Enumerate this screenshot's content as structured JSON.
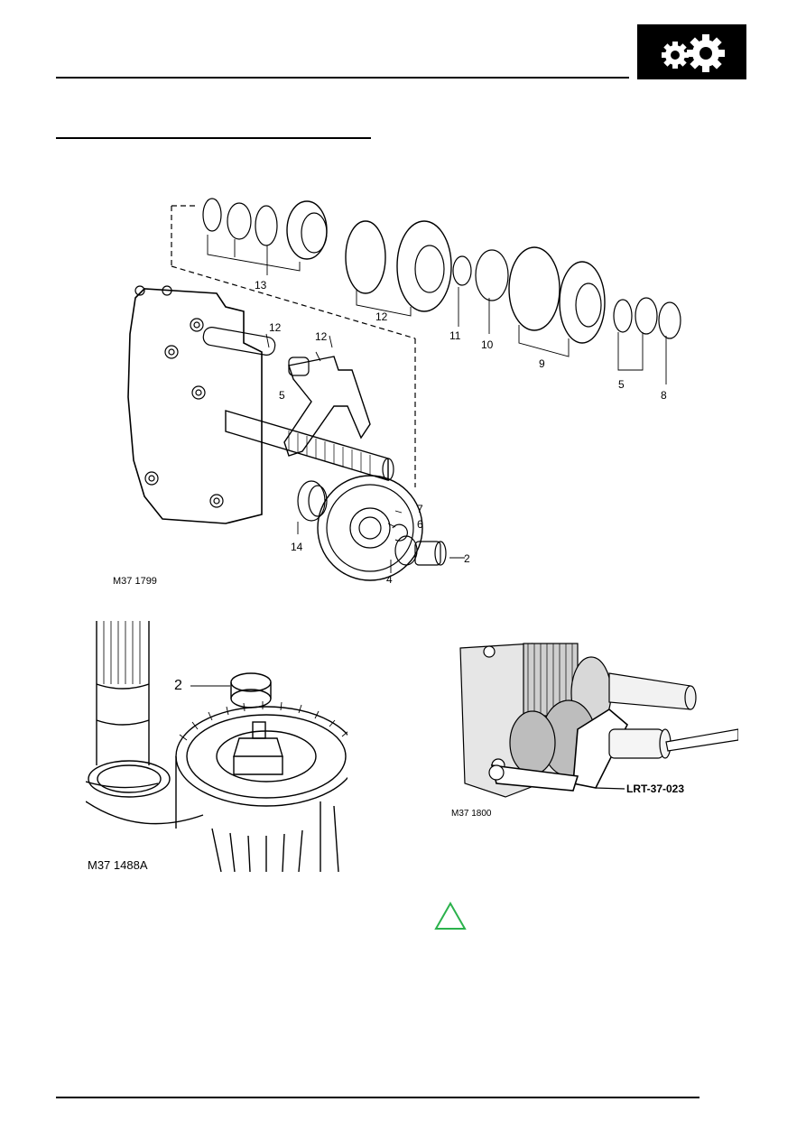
{
  "header": {
    "icon": "gears-icon",
    "icon_bg": "#000000",
    "icon_fg": "#ffffff"
  },
  "figure1": {
    "ref": "M37 1799",
    "callouts": [
      "13",
      "12",
      "12",
      "12",
      "5",
      "11",
      "10",
      "9",
      "5",
      "8",
      "7",
      "6",
      "2",
      "4",
      "14"
    ]
  },
  "figure2": {
    "ref": "M37 1488A",
    "callouts": [
      "2"
    ]
  },
  "figure3": {
    "ref": "M37 1800",
    "tool": "LRT-37-023"
  },
  "caution": {
    "icon": "caution-triangle-icon",
    "color": "#2bb24c"
  }
}
